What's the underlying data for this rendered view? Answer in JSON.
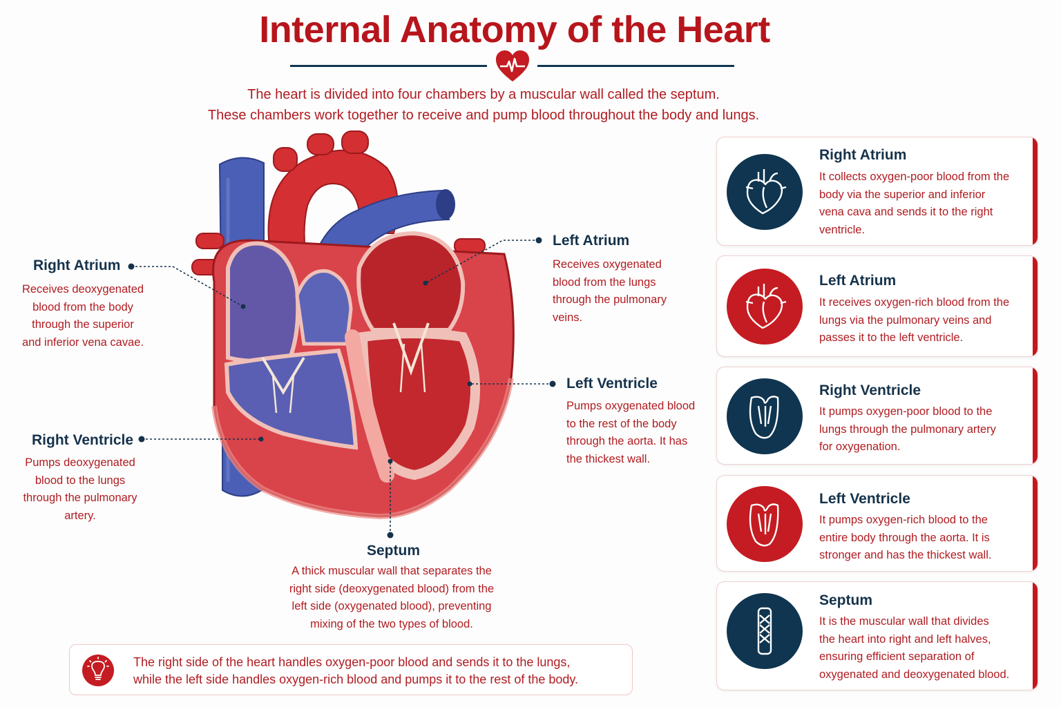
{
  "header": {
    "title": "Internal Anatomy of the Heart",
    "intro_line1": "The heart is divided into four chambers by a muscular wall called the septum.",
    "intro_line2": "These chambers work together to receive and pump blood throughout the body and lungs."
  },
  "labels": {
    "right_atrium": {
      "title": "Right Atrium",
      "lines": [
        "Receives deoxygenated",
        "blood from the body",
        "through the superior",
        "and inferior vena cavae."
      ]
    },
    "right_ventricle": {
      "title": "Right Ventricle",
      "lines": [
        "Pumps deoxygenated",
        "blood to the lungs",
        "through the pulmonary",
        "artery."
      ]
    },
    "left_atrium": {
      "title": "Left Atrium",
      "lines": [
        "Receives oxygenated",
        "blood from the lungs",
        "through the pulmonary",
        "veins."
      ]
    },
    "left_ventricle": {
      "title": "Left Ventricle",
      "lines": [
        "Pumps oxygenated blood",
        "to the rest of the body",
        "through the aorta. It has",
        "the thickest wall."
      ]
    },
    "septum": {
      "title": "Septum",
      "lines": [
        "A thick muscular wall that separates the",
        "right side (deoxygenated blood) from the",
        "left side (oxygenated blood), preventing",
        "mixing of the two types of blood."
      ]
    }
  },
  "cards": [
    {
      "title": "Right Atrium",
      "icon": "heart-outline-icon",
      "color": "#0f3550",
      "lines": [
        "It collects oxygen-poor blood from the",
        "body via the superior and inferior",
        "vena cava and sends it to the right",
        "ventricle."
      ]
    },
    {
      "title": "Left Atrium",
      "icon": "heart-outline-icon",
      "color": "#c41c22",
      "lines": [
        "It receives oxygen-rich blood from the",
        "lungs via the pulmonary veins and",
        "passes it to the left ventricle."
      ]
    },
    {
      "title": "Right Ventricle",
      "icon": "ventricle-icon",
      "color": "#0f3550",
      "lines": [
        "It pumps oxygen-poor blood to the",
        "lungs through the pulmonary artery",
        "for oxygenation."
      ]
    },
    {
      "title": "Left Ventricle",
      "icon": "ventricle-icon",
      "color": "#c41c22",
      "lines": [
        "It pumps oxygen-rich blood to the",
        "entire body through the aorta. It is",
        "stronger and has the thickest wall."
      ]
    },
    {
      "title": "Septum",
      "icon": "septum-wall-icon",
      "color": "#0f3550",
      "lines": [
        "It is the muscular wall that divides",
        "the heart into right and left halves,",
        "ensuring efficient separation of",
        "oxygenated and deoxygenated blood."
      ]
    }
  ],
  "note": {
    "icon": "lightbulb-icon",
    "line1": "The right side of the heart handles oxygen-poor blood and sends it to the lungs,",
    "line2": "while the left side handles oxygen-rich blood and pumps it to the rest of the body."
  },
  "colors": {
    "deoxygenated": "#4a5fb5",
    "oxygenated": "#d42f33",
    "navy": "#0f3550",
    "accent_red": "#c41c22"
  }
}
